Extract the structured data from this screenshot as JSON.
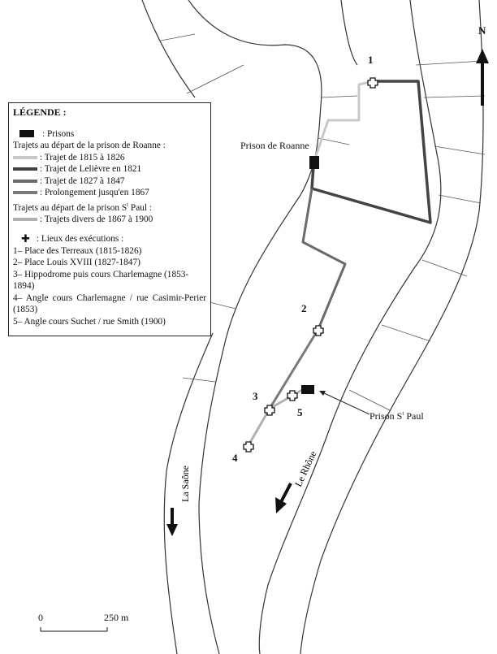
{
  "legend": {
    "title": "LÉGENDE :",
    "prisons": ": Prisons",
    "roanne_header": "Trajets au départ de la prison de Roanne :",
    "routes": [
      {
        "label": ": Trajet de 1815 à 1826",
        "color": "#c8c8c8"
      },
      {
        "label": ": Trajet de Lelièvre en 1821",
        "color": "#444444"
      },
      {
        "label": ": Trajet de 1827 à 1847",
        "color": "#6a6a6a"
      },
      {
        "label": ": Prolongement jusqu'en 1867",
        "color": "#7a7a7a"
      }
    ],
    "stpaul_header": "Trajets au départ de la prison S",
    "stpaul_sup": "t",
    "stpaul_tail": " Paul :",
    "stpaul_route": {
      "label": ": Trajets divers de 1867 à 1900",
      "color": "#b0b0b0"
    },
    "executions_header": ": Lieux des exécutions :",
    "places": [
      "1– Place des Terreaux (1815-1826)",
      "2– Place Louis XVIII (1827-1847)",
      "3– Hippodrome puis cours Charlemagne (1853-1894)",
      "4– Angle cours Charlemagne / rue Casimir-Perier (1853)",
      "5– Angle cours Suchet / rue Smith (1900)"
    ]
  },
  "map": {
    "prison_roanne": "Prison de Roanne",
    "prison_stpaul": "Prison S",
    "prison_stpaul_sup": "t",
    "prison_stpaul_tail": " Paul",
    "markers": [
      "1",
      "2",
      "3",
      "4",
      "5"
    ],
    "river_saone": "La Saône",
    "river_rhone": "Le Rhône",
    "north": "N",
    "scale_start": "0",
    "scale_end": "250 m"
  }
}
